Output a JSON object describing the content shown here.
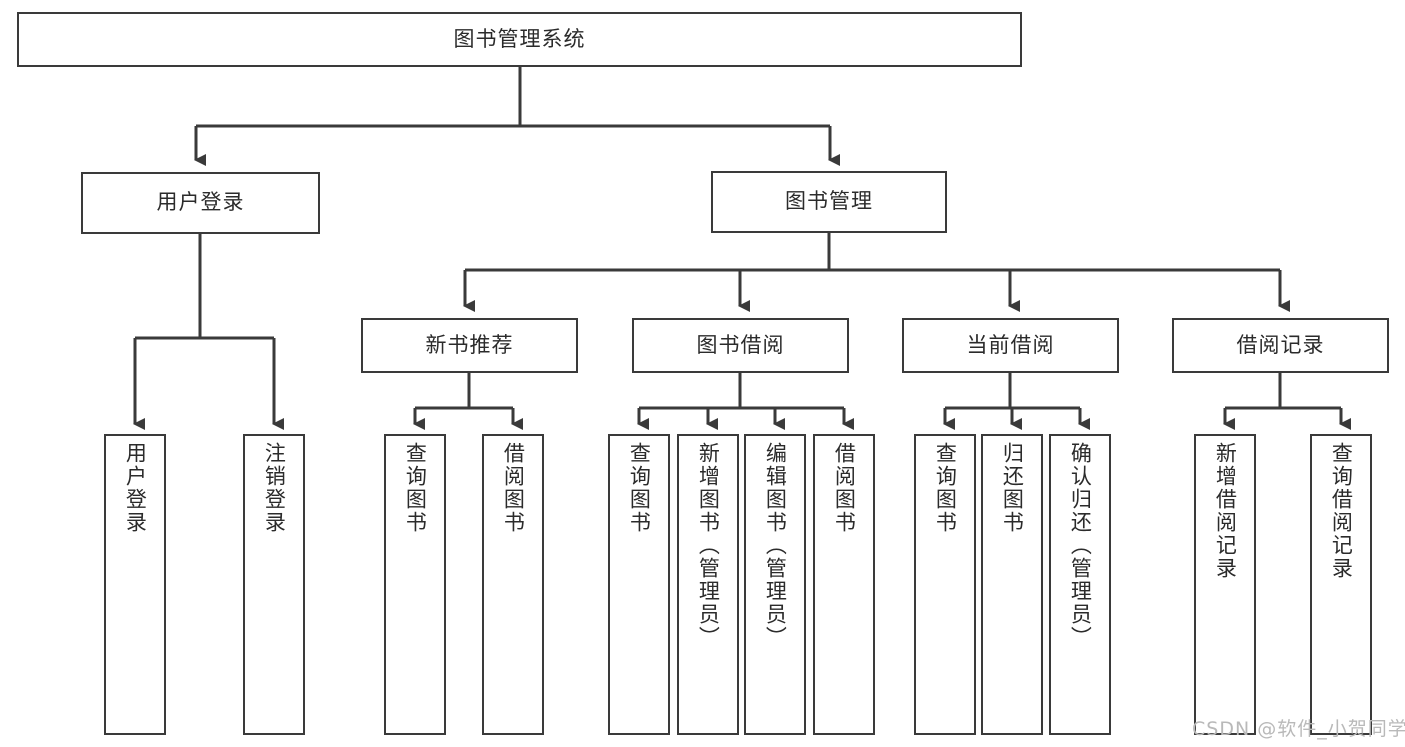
{
  "diagram": {
    "title": "图书管理系统",
    "orientation": "top-down-tree",
    "root": {
      "id": "root",
      "label": "图书管理系统"
    },
    "level2": [
      {
        "id": "user-login",
        "label": "用户登录"
      },
      {
        "id": "book-management",
        "label": "图书管理"
      }
    ],
    "level3": [
      {
        "id": "new-book-recommend",
        "label": "新书推荐",
        "parent": "book-management"
      },
      {
        "id": "book-borrow",
        "label": "图书借阅",
        "parent": "book-management"
      },
      {
        "id": "current-borrow",
        "label": "当前借阅",
        "parent": "book-management"
      },
      {
        "id": "borrow-record",
        "label": "借阅记录",
        "parent": "book-management"
      }
    ],
    "leaves": {
      "user-login": [
        {
          "id": "leaf-user-login",
          "label": "用户登录"
        },
        {
          "id": "leaf-user-logout",
          "label": "注销登录"
        }
      ],
      "new-book-recommend": [
        {
          "id": "leaf-query-book-1",
          "label": "查询图书"
        },
        {
          "id": "leaf-borrow-book-1",
          "label": "借阅图书"
        }
      ],
      "book-borrow": [
        {
          "id": "leaf-query-book-2",
          "label": "查询图书"
        },
        {
          "id": "leaf-add-book",
          "label": "新增图书（管理员）"
        },
        {
          "id": "leaf-edit-book",
          "label": "编辑图书（管理员）"
        },
        {
          "id": "leaf-borrow-book-2",
          "label": "借阅图书"
        }
      ],
      "current-borrow": [
        {
          "id": "leaf-query-book-3",
          "label": "查询图书"
        },
        {
          "id": "leaf-return-book",
          "label": "归还图书"
        },
        {
          "id": "leaf-confirm-return",
          "label": "确认归还（管理员）"
        }
      ],
      "borrow-record": [
        {
          "id": "leaf-add-record",
          "label": "新增借阅记录"
        },
        {
          "id": "leaf-query-record",
          "label": "查询借阅记录"
        }
      ]
    }
  },
  "watermark": {
    "text": "CSDN @软件_小贺同学"
  },
  "colors": {
    "stroke": "#3a3a3a",
    "background": "#ffffff",
    "text": "#2b2b2b",
    "watermark": "#b9b9b9"
  }
}
